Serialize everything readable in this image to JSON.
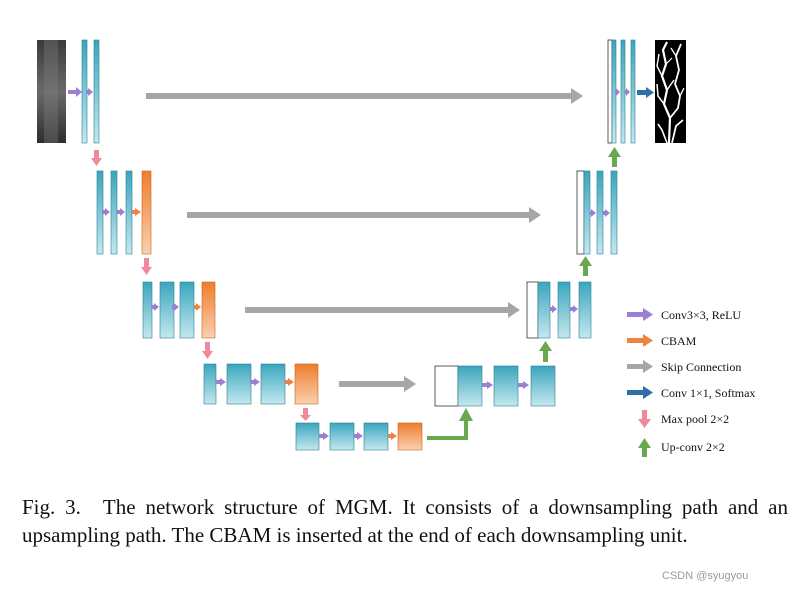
{
  "legend": {
    "conv": "Conv3×3, ReLU",
    "cbam": "CBAM",
    "skip": "Skip Connection",
    "conv1x1": "Conv 1×1, Softmax",
    "maxpool": "Max pool 2×2",
    "upconv": "Up-conv 2×2"
  },
  "colors": {
    "conv_arrow": "#9b7fd1",
    "cbam_arrow": "#ee8440",
    "skip_arrow": "#a6a6a6",
    "conv1x1_arrow": "#2e6fa8",
    "maxpool_arrow": "#ee8a9a",
    "upconv_arrow": "#6aa84f",
    "feature_map": "#4fb3c8",
    "cbam_block": "#f08a3c"
  },
  "caption": {
    "label": "Fig. 3.",
    "text": "The network structure of MGM. It consists of a downsampling path and an upsampling path. The CBAM is inserted at the end of each downsampling unit."
  },
  "watermark": "CSDN @syugyou"
}
